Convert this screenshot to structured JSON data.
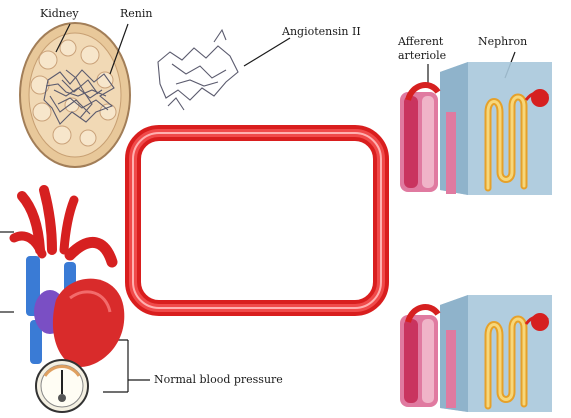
{
  "labels": {
    "kidney": "Kidney",
    "renin": "Renin",
    "angiotensin": "Angiotensin II",
    "afferent_line1": "Afferent",
    "afferent_line2": "arteriole",
    "nephron": "Nephron",
    "normal_bp": "Normal blood pressure"
  },
  "colors": {
    "vessel_red": "#e02020",
    "nephron_yellow": "#f2c14e",
    "nephron_box": "#a9c8dc",
    "arteriole_pink": "#e07aa0",
    "heart_red": "#d92b2b",
    "vein_blue": "#3a7bd5",
    "kidney_tan": "#e8c89a"
  }
}
